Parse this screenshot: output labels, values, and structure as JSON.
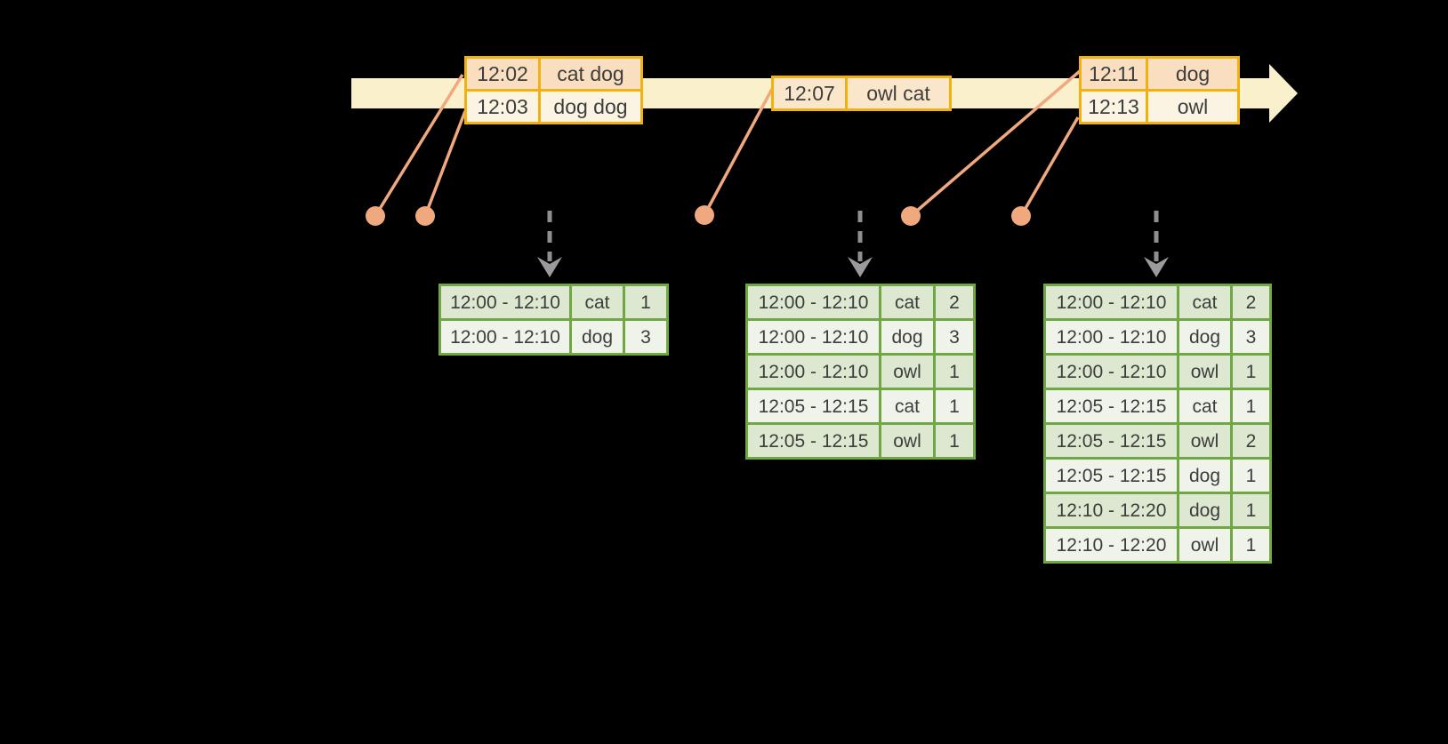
{
  "diagram": {
    "description": "streaming windowed word-count timeline diagram",
    "colors": {
      "background": "#000000",
      "timeline_band": "#faf1cc",
      "event_border": "#f1b10e",
      "event_row_dark": "#f9dfbf",
      "event_row_mid": "#fae7cb",
      "event_row_light": "#fcf4e2",
      "connector_orange": "#f0a97e",
      "result_border": "#6fa743",
      "result_row_dark": "#dce8cf",
      "result_row_light": "#eff3ea",
      "dashed_arrow_gray": "#8f8f8f",
      "text": "#3d3d3d"
    }
  },
  "timeline": {
    "event_tables": [
      {
        "rows": [
          {
            "time": "12:02",
            "words": "cat dog"
          },
          {
            "time": "12:03",
            "words": "dog dog"
          }
        ]
      },
      {
        "rows": [
          {
            "time": "12:07",
            "words": "owl cat"
          }
        ]
      },
      {
        "rows": [
          {
            "time": "12:11",
            "words": "dog"
          },
          {
            "time": "12:13",
            "words": "owl"
          }
        ]
      }
    ]
  },
  "result_tables": [
    {
      "rows": [
        [
          "12:00 - 12:10",
          "cat",
          "1"
        ],
        [
          "12:00 - 12:10",
          "dog",
          "3"
        ]
      ]
    },
    {
      "rows": [
        [
          "12:00 - 12:10",
          "cat",
          "2"
        ],
        [
          "12:00 - 12:10",
          "dog",
          "3"
        ],
        [
          "12:00 - 12:10",
          "owl",
          "1"
        ],
        [
          "12:05 - 12:15",
          "cat",
          "1"
        ],
        [
          "12:05 - 12:15",
          "owl",
          "1"
        ]
      ]
    },
    {
      "rows": [
        [
          "12:00 - 12:10",
          "cat",
          "2"
        ],
        [
          "12:00 - 12:10",
          "dog",
          "3"
        ],
        [
          "12:00 - 12:10",
          "owl",
          "1"
        ],
        [
          "12:05 - 12:15",
          "cat",
          "1"
        ],
        [
          "12:05 - 12:15",
          "owl",
          "2"
        ],
        [
          "12:05 - 12:15",
          "dog",
          "1"
        ],
        [
          "12:10 - 12:20",
          "dog",
          "1"
        ],
        [
          "12:10 - 12:20",
          "owl",
          "1"
        ]
      ]
    }
  ]
}
